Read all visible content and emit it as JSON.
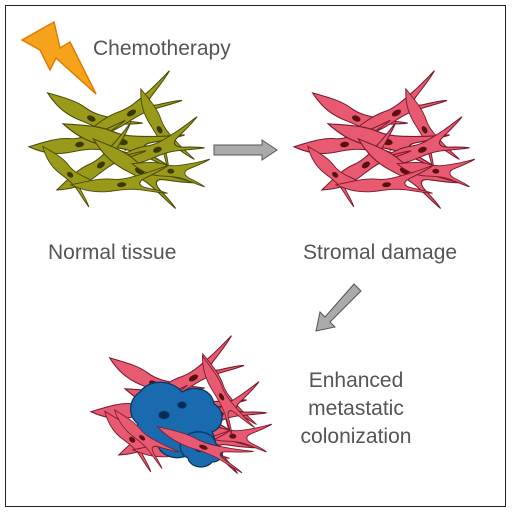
{
  "labels": {
    "chemotherapy": "Chemotherapy",
    "normal_tissue": "Normal tissue",
    "stromal_damage": "Stromal damage",
    "outcome_line1": "Enhanced",
    "outcome_line2": "metastatic",
    "outcome_line3": "colonization"
  },
  "colors": {
    "normal_cell": "#9a9a1a",
    "damaged_cell": "#e85a72",
    "nucleus": "#5a1010",
    "tumor": "#1a6ab0",
    "lightning": "#f7a21b",
    "arrow": "#aaaaaa"
  },
  "icons": {
    "lightning": "lightning-bolt-icon",
    "arrow_right": "arrow-right-icon",
    "arrow_down_left": "arrow-down-left-icon"
  }
}
